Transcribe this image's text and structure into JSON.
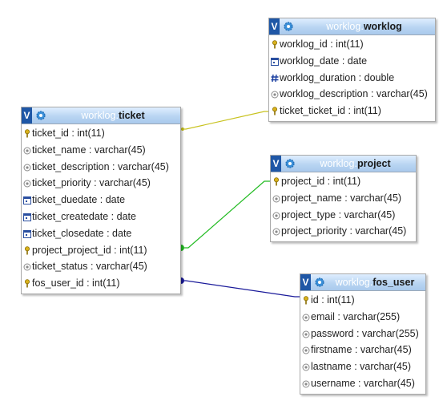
{
  "tables": [
    {
      "id": "worklog",
      "schema": "worklog",
      "name": "worklog",
      "columns": [
        {
          "icon": "key-icon",
          "label": "worklog_id : int(11)"
        },
        {
          "icon": "date-icon",
          "label": "worklog_date : date"
        },
        {
          "icon": "numeric-icon",
          "label": "worklog_duration : double"
        },
        {
          "icon": "text-icon",
          "label": "worklog_description : varchar(45)"
        },
        {
          "icon": "key-icon",
          "label": "ticket_ticket_id : int(11)"
        }
      ]
    },
    {
      "id": "ticket",
      "schema": "worklog",
      "name": "ticket",
      "columns": [
        {
          "icon": "key-icon",
          "label": "ticket_id : int(11)"
        },
        {
          "icon": "text-icon",
          "label": "ticket_name : varchar(45)"
        },
        {
          "icon": "text-icon",
          "label": "ticket_description : varchar(45)"
        },
        {
          "icon": "text-icon",
          "label": "ticket_priority : varchar(45)"
        },
        {
          "icon": "date-icon",
          "label": "ticket_duedate : date"
        },
        {
          "icon": "date-icon",
          "label": "ticket_createdate : date"
        },
        {
          "icon": "date-icon",
          "label": "ticket_closedate : date"
        },
        {
          "icon": "key-icon",
          "label": "project_project_id : int(11)"
        },
        {
          "icon": "text-icon",
          "label": "ticket_status : varchar(45)"
        },
        {
          "icon": "key-icon",
          "label": "fos_user_id : int(11)"
        }
      ]
    },
    {
      "id": "project",
      "schema": "worklog",
      "name": "project",
      "columns": [
        {
          "icon": "key-icon",
          "label": "project_id : int(11)"
        },
        {
          "icon": "text-icon",
          "label": "project_name : varchar(45)"
        },
        {
          "icon": "text-icon",
          "label": "project_type : varchar(45)"
        },
        {
          "icon": "text-icon",
          "label": "project_priority : varchar(45)"
        }
      ]
    },
    {
      "id": "fos_user",
      "schema": "worklog",
      "name": "fos_user",
      "columns": [
        {
          "icon": "key-icon",
          "label": "id : int(11)"
        },
        {
          "icon": "text-icon",
          "label": "email : varchar(255)"
        },
        {
          "icon": "text-icon",
          "label": "password : varchar(255)"
        },
        {
          "icon": "text-icon",
          "label": "firstname : varchar(45)"
        },
        {
          "icon": "text-icon",
          "label": "lastname : varchar(45)"
        },
        {
          "icon": "text-icon",
          "label": "username : varchar(45)"
        }
      ]
    }
  ],
  "header_button_label": "V",
  "relations": [
    {
      "from": "ticket",
      "to": "worklog",
      "color": "#c8c21e"
    },
    {
      "from": "ticket",
      "to": "project",
      "color": "#22bb22"
    },
    {
      "from": "ticket",
      "to": "fos_user",
      "color": "#1a1a9a"
    }
  ]
}
